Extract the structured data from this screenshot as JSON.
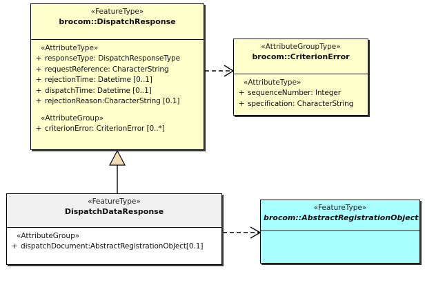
{
  "diagram": {
    "type": "uml-class-diagram",
    "title": "brocom Dispatch Response class diagram",
    "background": "#ffffff"
  },
  "colors": {
    "featuretype_fill": "#ffffcc",
    "attributegrouptype_fill": "#ffffcc",
    "abstract_fill": "#aaffff",
    "plain_header_fill": "#f0f0f0",
    "plain_body_fill": "#ffffff",
    "border": "#000000",
    "generalization_fill": "#f5dcb4"
  },
  "classes": [
    {
      "id": "dispatch-response",
      "stereotype": "«FeatureType»",
      "name": "brocom::DispatchResponse",
      "abstract": false,
      "fill": "#ffffcc",
      "compartments": [
        {
          "group_label": "«AttributeType»",
          "attributes": [
            {
              "visibility": "+",
              "text": "responseType: DispatchResponseType"
            },
            {
              "visibility": "+",
              "text": "requestReference: CharacterString"
            },
            {
              "visibility": "+",
              "text": "rejectionTime: Datetime [0..1]"
            },
            {
              "visibility": "+",
              "text": "dispatchTime: Datetime [0..1]"
            },
            {
              "visibility": "+",
              "text": "rejectionReason:CharacterString [0.1]"
            }
          ]
        },
        {
          "group_label": "«AttributeGroup»",
          "attributes": [
            {
              "visibility": "+",
              "text": "criterionError: CriterionError [0..*]"
            }
          ]
        }
      ]
    },
    {
      "id": "criterion-error",
      "stereotype": "«AttributeGroupType»",
      "name": "brocom::CriterionError",
      "abstract": false,
      "fill": "#ffffcc",
      "compartments": [
        {
          "group_label": "«AttributeType»",
          "attributes": [
            {
              "visibility": "+",
              "text": "sequenceNumber: Integer"
            },
            {
              "visibility": "+",
              "text": "specification: CharacterString"
            }
          ]
        }
      ]
    },
    {
      "id": "dispatch-data-response",
      "stereotype": "«FeatureType»",
      "name": "DispatchDataResponse",
      "abstract": false,
      "fill": "#ffffff",
      "header_fill": "#f0f0f0",
      "compartments": [
        {
          "group_label": "«AttributeGroup»",
          "attributes": [
            {
              "visibility": "+",
              "text": "dispatchDocument:AbstractRegistrationObject[0.1]"
            }
          ]
        }
      ]
    },
    {
      "id": "abstract-registration-object",
      "stereotype": "«FeatureType»",
      "name": "brocom::AbstractRegistrationObject",
      "abstract": true,
      "fill": "#aaffff",
      "compartments": []
    }
  ],
  "relationships": [
    {
      "id": "generalization-dispatchdata-to-dispatchresponse",
      "kind": "generalization",
      "from": "dispatch-data-response",
      "to": "dispatch-response",
      "line": "solid",
      "arrowhead": "hollow-triangle"
    },
    {
      "id": "dependency-dispatchresponse-to-criterionerror",
      "kind": "dependency",
      "from": "dispatch-response",
      "to": "criterion-error",
      "line": "dashed",
      "arrowhead": "open-arrow"
    },
    {
      "id": "dependency-dispatchdata-to-abstractregistrationobject",
      "kind": "dependency",
      "from": "dispatch-data-response",
      "to": "abstract-registration-object",
      "line": "dashed",
      "arrowhead": "open-arrow"
    }
  ]
}
